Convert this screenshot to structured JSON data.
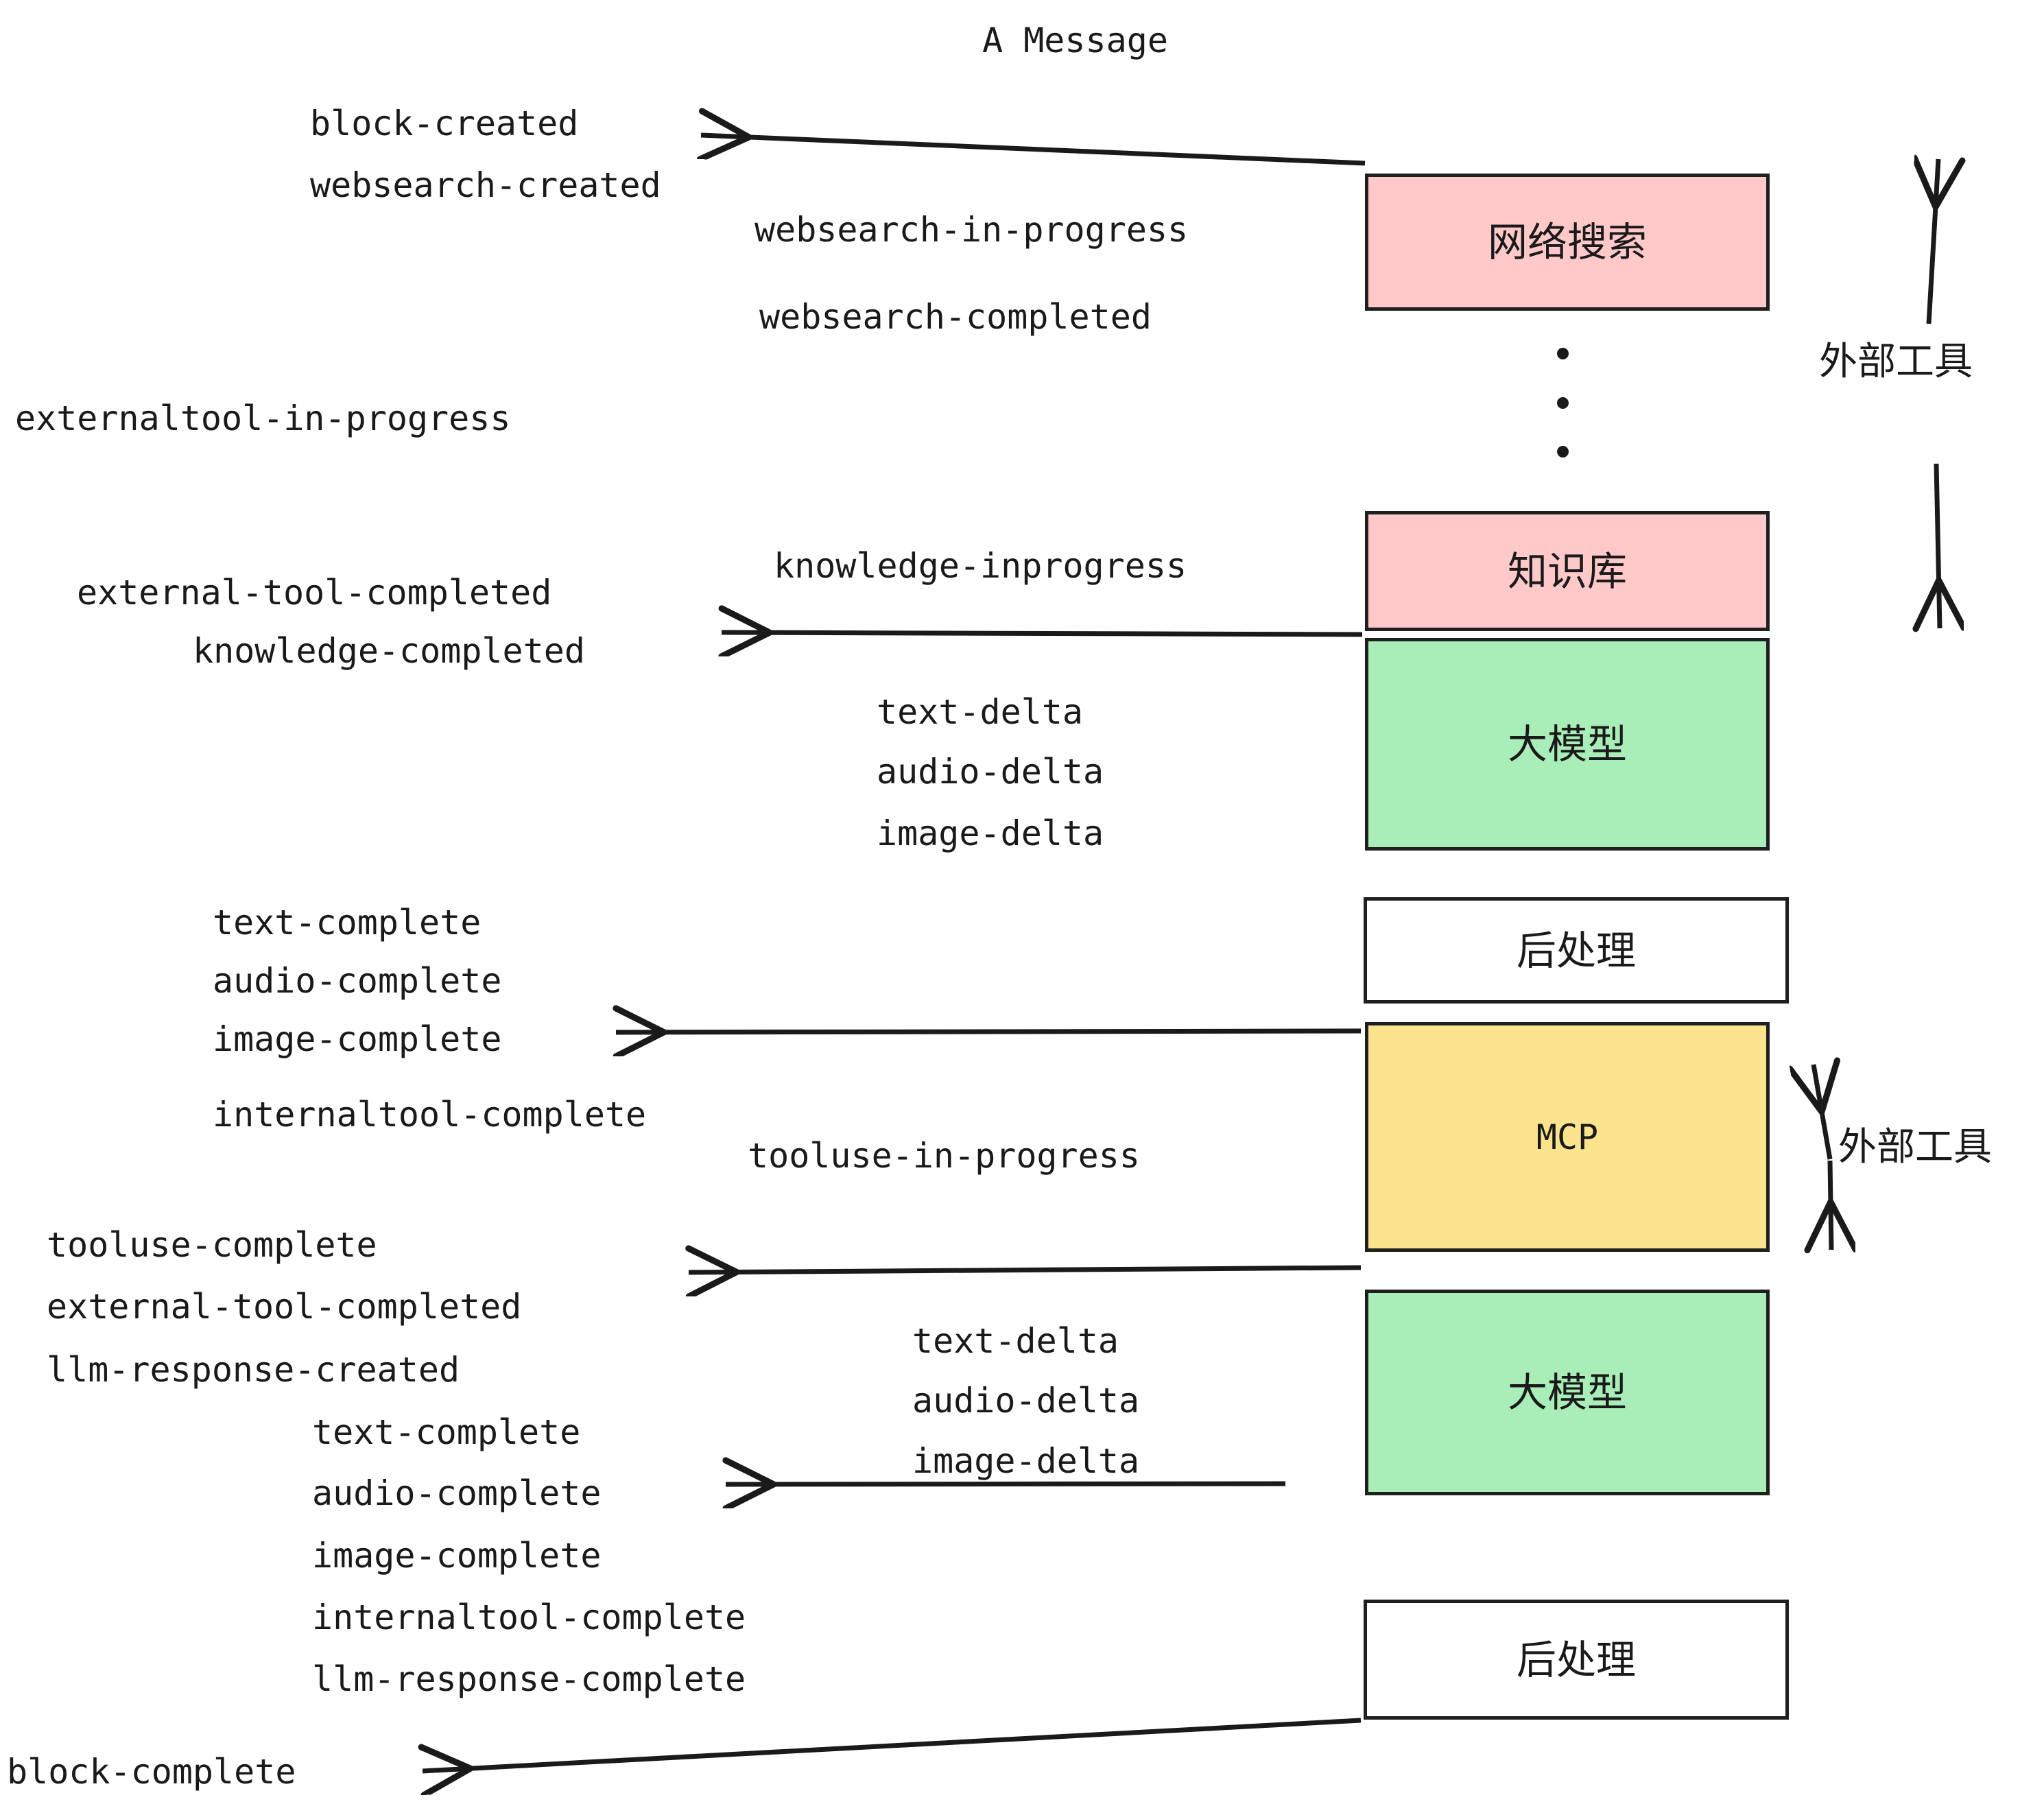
{
  "title": "A Message",
  "colors": {
    "pink": "#ffc9ca",
    "green": "#a9eeb9",
    "yellow": "#fbe48d",
    "white": "#ffffff",
    "stroke": "#1f1f1f",
    "text": "#1a1a1a",
    "background": "#ffffff"
  },
  "boxes": {
    "websearch": "网络搜索",
    "knowledge": "知识库",
    "llm_1": "大模型",
    "postprocess_1": "后处理",
    "mcp": "MCP",
    "llm_2": "大模型",
    "postprocess_2": "后处理"
  },
  "side_labels": {
    "external_tool_top": "外部工具",
    "external_tool_bottom": "外部工具"
  },
  "events": {
    "block_created": "block-created",
    "websearch_created": "websearch-created",
    "websearch_in_progress": "websearch-in-progress",
    "websearch_completed": "websearch-completed",
    "externaltool_in_progress": "externaltool-in-progress",
    "knowledge_inprogress": "knowledge-inprogress",
    "external_tool_completed_1": "external-tool-completed",
    "knowledge_completed": "knowledge-completed",
    "text_delta_1": "text-delta",
    "audio_delta_1": "audio-delta",
    "image_delta_1": "image-delta",
    "text_complete_1": "text-complete",
    "audio_complete_1": "audio-complete",
    "image_complete_1": "image-complete",
    "internaltool_complete_1": "internaltool-complete",
    "tooluse_in_progress": "tooluse-in-progress",
    "tooluse_complete": "tooluse-complete",
    "external_tool_completed_2": "external-tool-completed",
    "llm_response_created": "llm-response-created",
    "text_delta_2": "text-delta",
    "audio_delta_2": "audio-delta",
    "image_delta_2": "image-delta",
    "text_complete_2": "text-complete",
    "audio_complete_2": "audio-complete",
    "image_complete_2": "image-complete",
    "internaltool_complete_2": "internaltool-complete",
    "llm_response_complete": "llm-response-complete",
    "block_complete": "block-complete"
  }
}
